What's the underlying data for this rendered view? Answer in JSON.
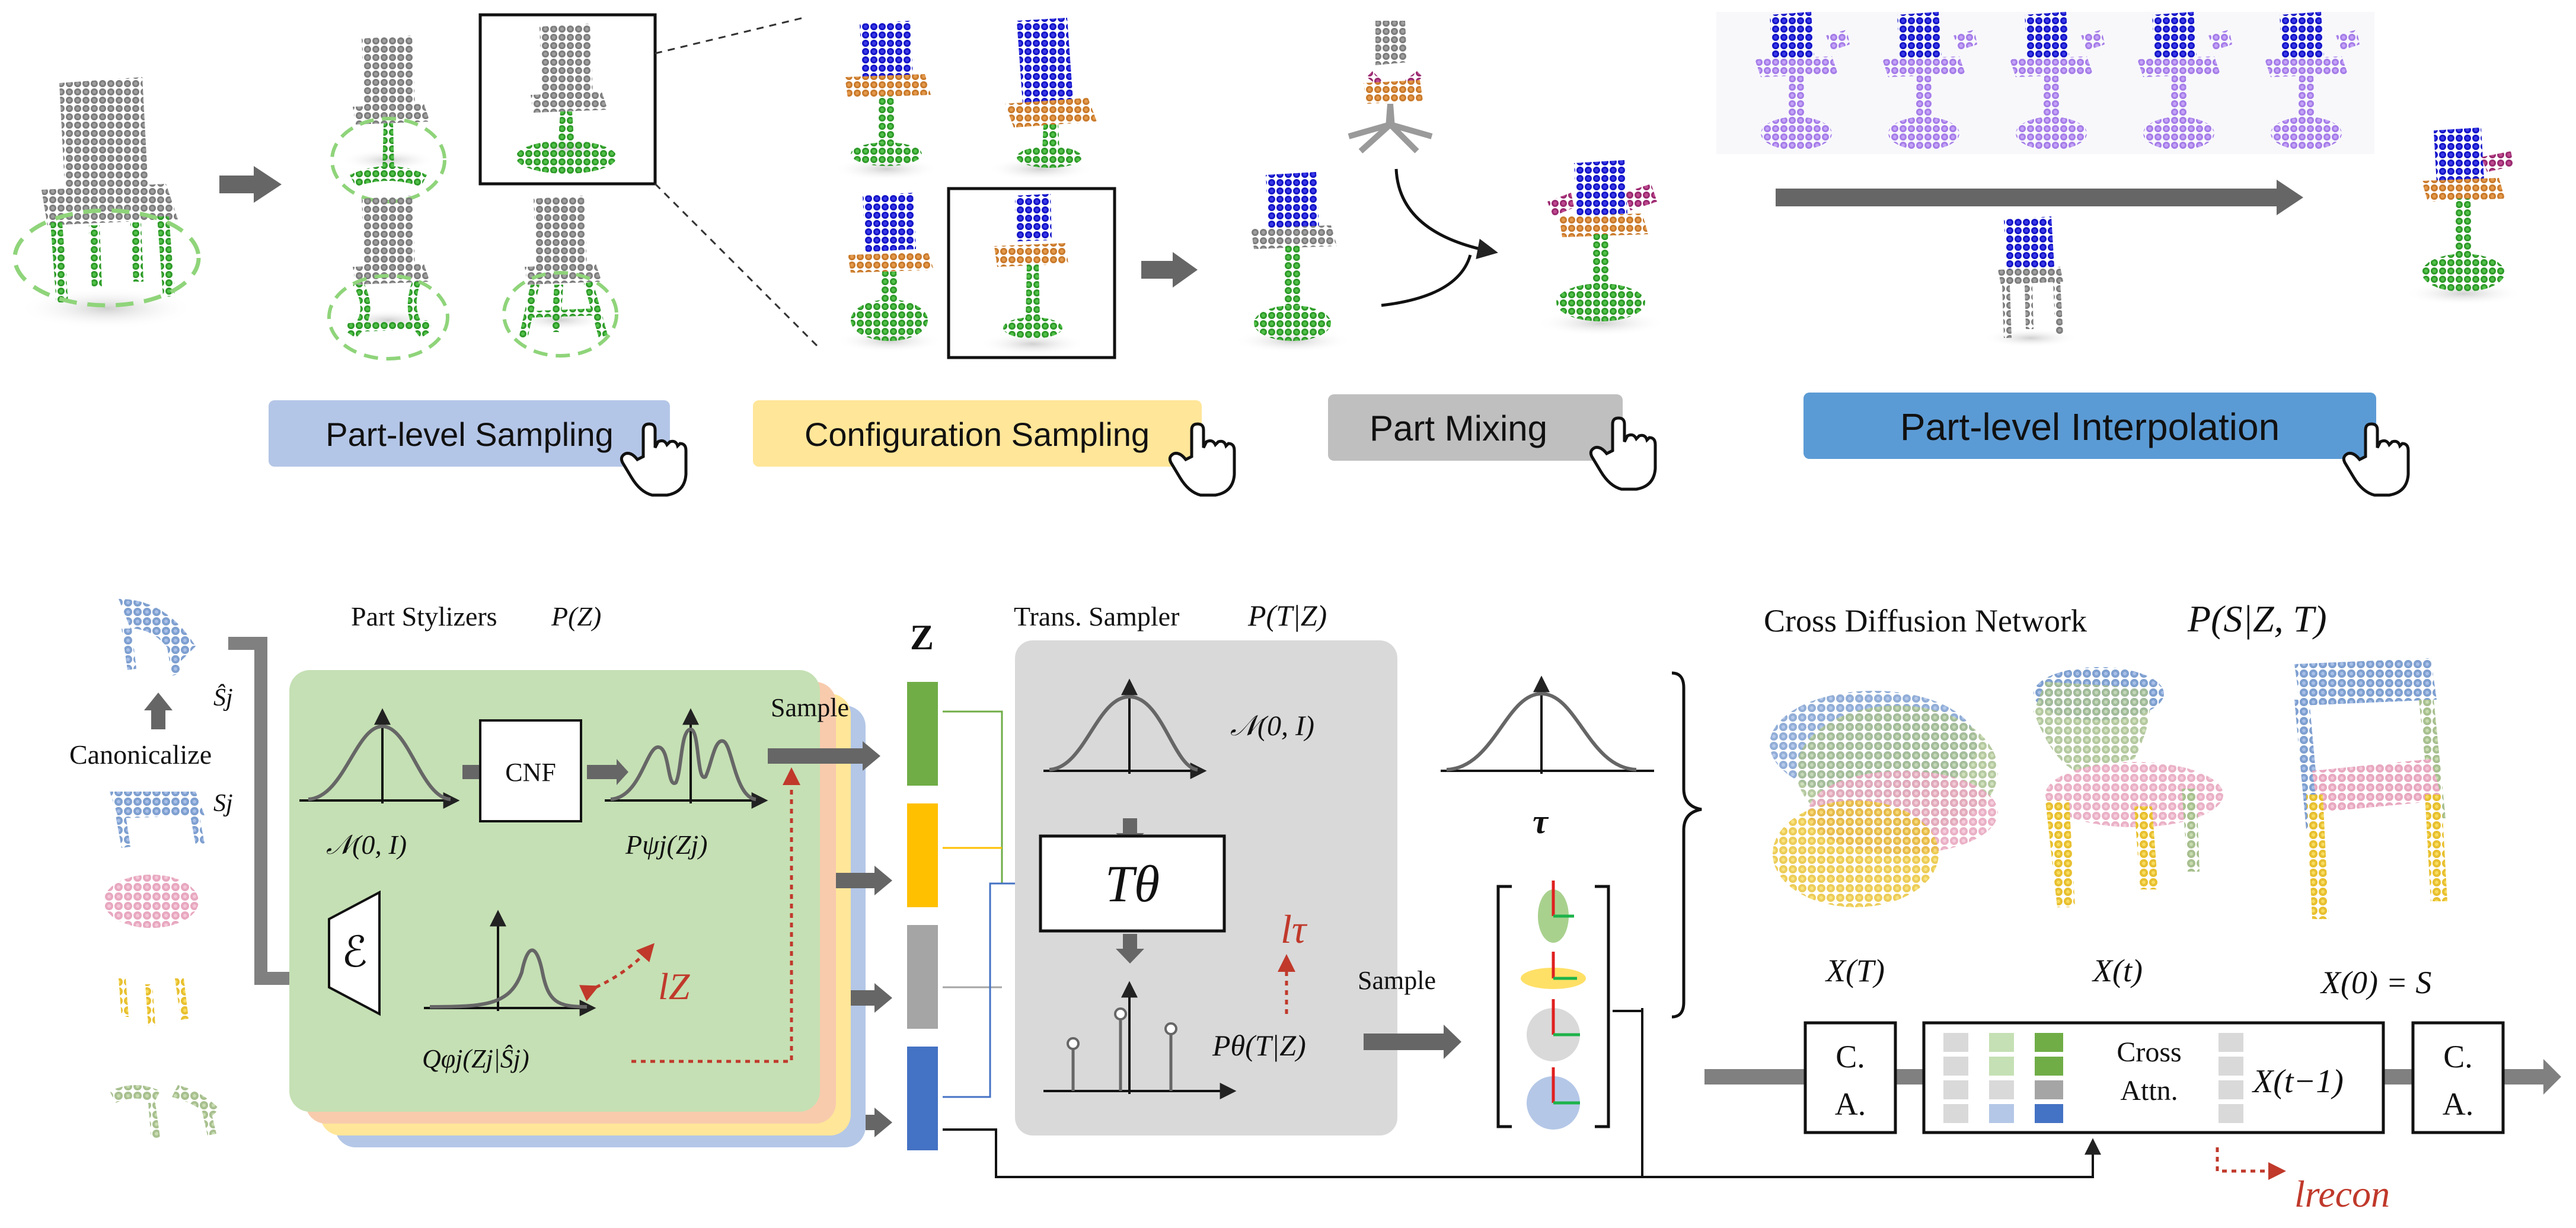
{
  "applications": {
    "part_sampling": "Part-level  Sampling",
    "config_sampling": "Configuration Sampling",
    "part_mixing": "Part Mixing",
    "interpolation": "Part-level Interpolation"
  },
  "pipeline": {
    "part_stylizers": "Part Stylizers",
    "part_stylizers_math": "P(Z)",
    "canonicalize": "Canonicalize",
    "s_hat_j": "Ŝj",
    "s_j": "Sj",
    "normal_dist": "𝒩(0, I)",
    "cnf": "CNF",
    "p_psi": "Pψj(Zj)",
    "encoder": "ℰ",
    "q_phi": "Qφj(Zj|Ŝj)",
    "l_z": "lZ",
    "sample_1": "Sample",
    "z": "Z",
    "trans_sampler": "Trans. Sampler",
    "trans_sampler_math": "P(T|Z)",
    "normal_dist_2": "𝒩(0, I)",
    "t_theta": "Tθ",
    "l_tau": "lτ",
    "p_theta": "Pθ(T|Z)",
    "sample_2": "Sample",
    "tau": "τ",
    "cross_diffusion": "Cross Diffusion Network",
    "cross_diffusion_math": "P(S|Z, T)",
    "x_T": "X(T)",
    "x_t": "X(t)",
    "x_0": "X(0) = S",
    "ca_left_1": "C.",
    "ca_left_2": "A.",
    "cross_attn_1": "Cross",
    "cross_attn_2": "Attn.",
    "x_t_minus_1": "X(t−1)",
    "ca_right_1": "C.",
    "ca_right_2": "A.",
    "l_recon": "lrecon"
  },
  "colors": {
    "arrow_gray": "#666666",
    "part_sampling_bg": "#b4c6e7",
    "config_sampling_bg": "#ffe699",
    "part_mixing_bg": "#bfbfbf",
    "interpolation_bg": "#5b9bd5",
    "stylizer_green": "#c5e0b4",
    "stylizer_orange": "#f8cbad",
    "stylizer_yellow": "#ffe699",
    "stylizer_blue": "#b4c7e7",
    "sampler_gray": "#d9d9d9",
    "loss_red": "#c0392b",
    "z_green": "#70ad47",
    "z_yellow": "#ffc000",
    "z_gray": "#a5a5a5",
    "z_blue": "#4472c4",
    "chair_gray": "#8c8c8c",
    "chair_green": "#3fa535",
    "chair_blue": "#1a1ad6",
    "chair_orange": "#d4893a",
    "chair_purple": "#b08cf0",
    "chair_magenta": "#a8327a"
  }
}
